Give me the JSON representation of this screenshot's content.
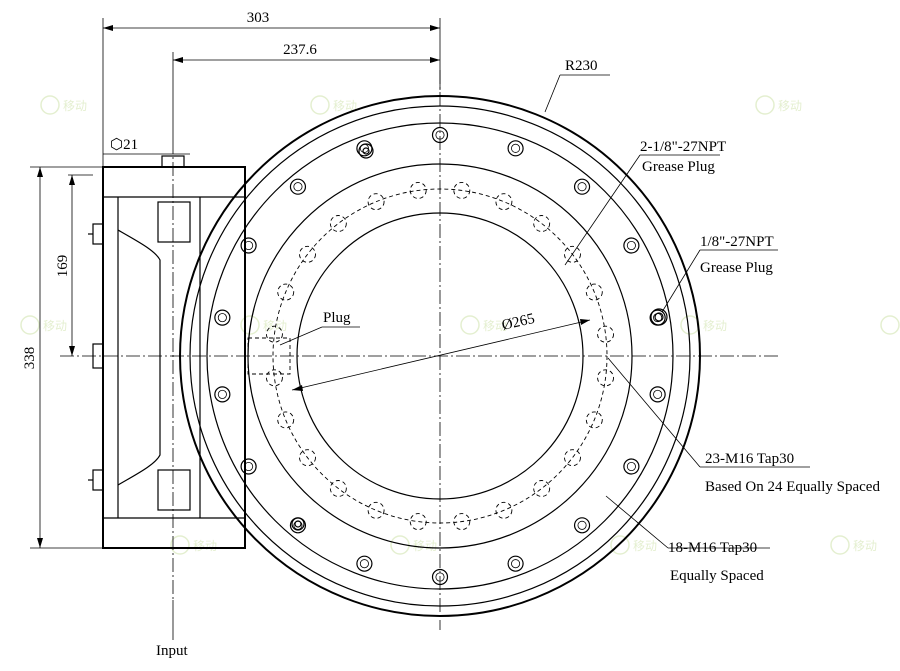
{
  "dimensions": {
    "overall_width": "303",
    "center_offset": "237.6",
    "hex_size": "⬡21",
    "bolt_span": "169",
    "housing_height": "338",
    "outer_radius": "R230",
    "bore_diameter": "Ø265"
  },
  "callouts": {
    "grease_plug_1_line1": "2-1/8\"-27NPT",
    "grease_plug_1_line2": "Grease Plug",
    "grease_plug_2_line1": "1/8\"-27NPT",
    "grease_plug_2_line2": "Grease Plug",
    "plug": "Plug",
    "inner_taps_line1": "23-M16 Tap30",
    "inner_taps_line2": "Based On 24 Equally Spaced",
    "outer_taps_line1": "18-M16 Tap30",
    "outer_taps_line2": "Equally Spaced",
    "input": "Input"
  },
  "watermark": {
    "logo_text": "移动"
  }
}
